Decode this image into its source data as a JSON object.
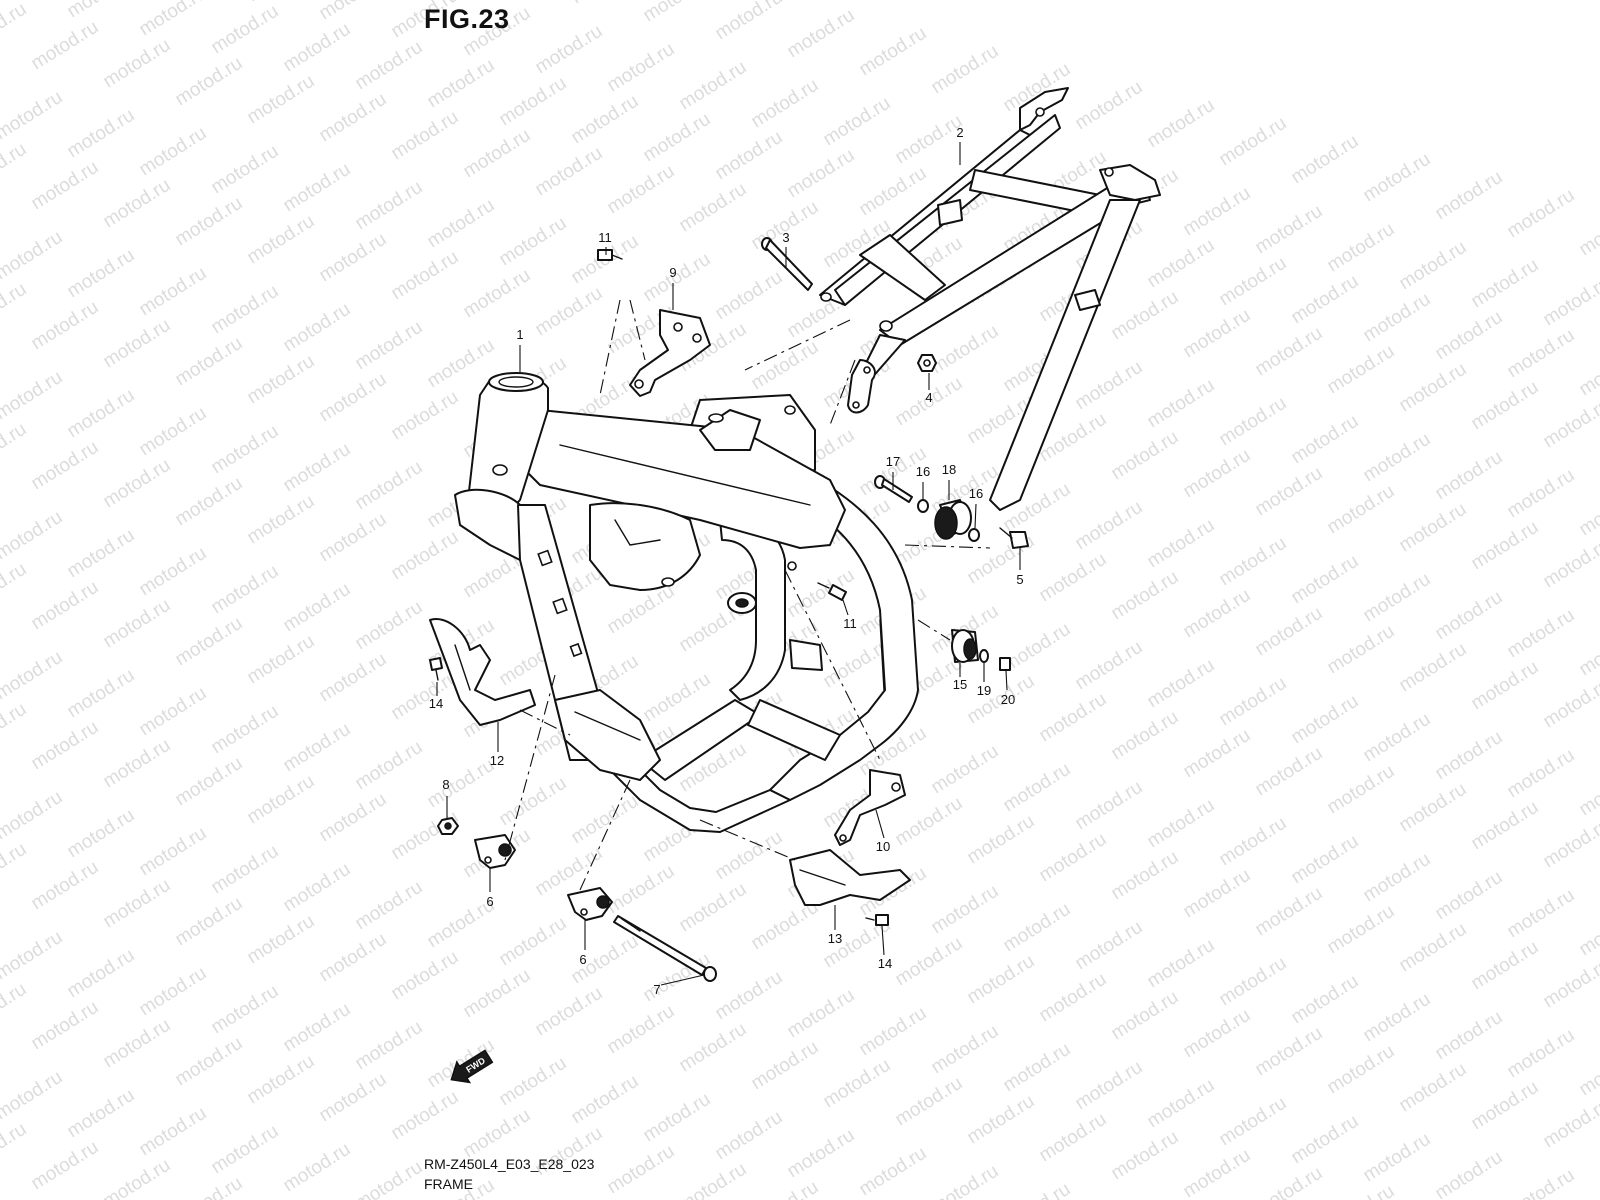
{
  "figure": {
    "title": "FIG.23",
    "diagram_code": "RM-Z450L4_E03_E28_023",
    "name": "FRAME",
    "direction_label": "FWD",
    "watermark": "motod.ru"
  },
  "callouts": [
    "1",
    "2",
    "3",
    "4",
    "5",
    "6",
    "6",
    "7",
    "8",
    "9",
    "10",
    "11",
    "11",
    "12",
    "13",
    "14",
    "14",
    "15",
    "16",
    "16",
    "17",
    "18",
    "19",
    "20"
  ],
  "icons": {
    "direction_arrow": "forward-arrow-icon"
  }
}
